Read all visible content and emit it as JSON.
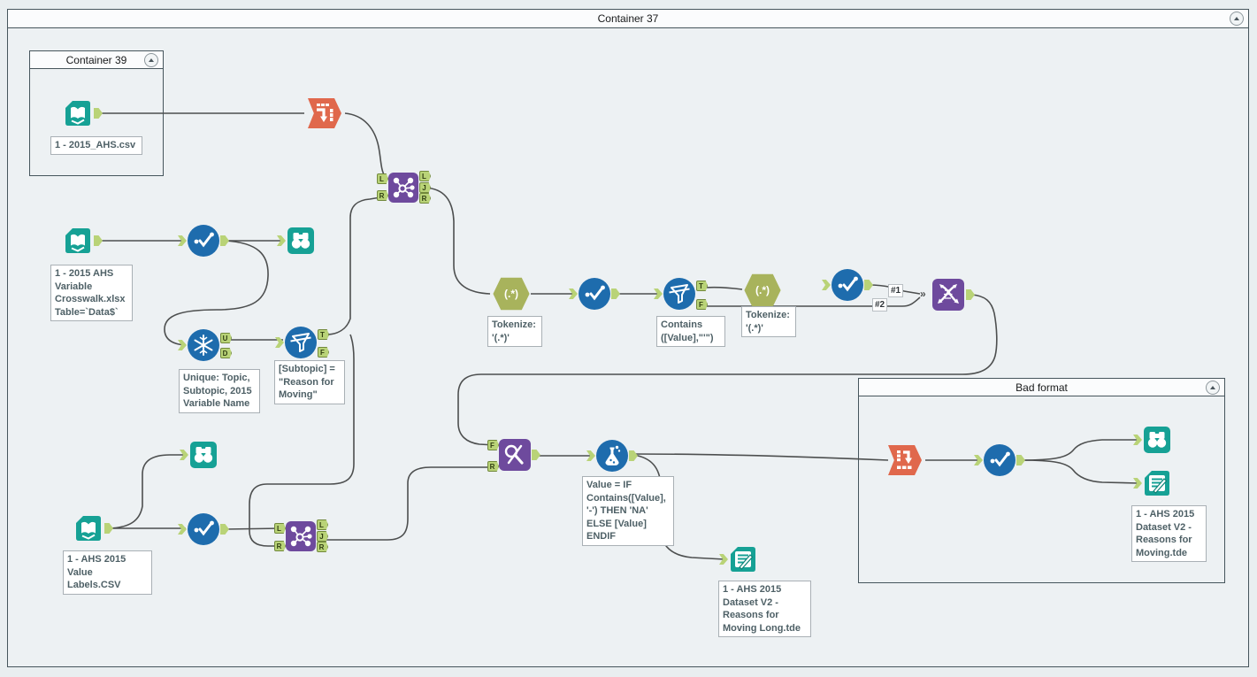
{
  "containers": {
    "container37": {
      "title": "Container 37"
    },
    "container39": {
      "title": "Container 39"
    },
    "bad_format": {
      "title": "Bad format"
    }
  },
  "anchors": {
    "U": "U",
    "D": "D",
    "T": "T",
    "F": "F",
    "L": "L",
    "J": "J",
    "R": "R"
  },
  "glyphs": {
    "regex": "(.*)",
    "union_stack": "»"
  },
  "union": {
    "input1": "#1",
    "input2": "#2"
  },
  "annotations": {
    "input_2015_ahs": "1 - 2015_AHS.csv",
    "input_crosswalk": "1 - 2015 AHS\nVariable\nCrosswalk.xlsx\nTable=`Data$`",
    "unique": "Unique: Topic,\nSubtopic, 2015\nVariable Name",
    "filter_subtopic": "[Subtopic] =\n\"Reason for\nMoving\"",
    "tokenize1": "Tokenize:\n'(.*)'",
    "filter_contains": "Contains\n([Value],\"'\")",
    "tokenize2": "Tokenize:\n'(.*)'",
    "formula": "Value = IF\nContains([Value],\n'-') THEN 'NA'\nELSE [Value]\nENDIF",
    "output_long": "1 - AHS 2015\nDataset V2 -\nReasons for\nMoving Long.tde",
    "input_value_labels": "1 - AHS 2015\nValue Labels.CSV",
    "output_bad": "1 - AHS 2015\nDataset V2 -\nReasons for\nMoving.tde"
  },
  "colors": {
    "teal": "#16a195",
    "blue": "#1e6cad",
    "purple": "#6e4a9d",
    "olive": "#a8b35c",
    "orange": "#e0684c",
    "anchor_green": "#b9d377",
    "wire": "#4d4f4f",
    "canvas": "#e9eef0"
  }
}
